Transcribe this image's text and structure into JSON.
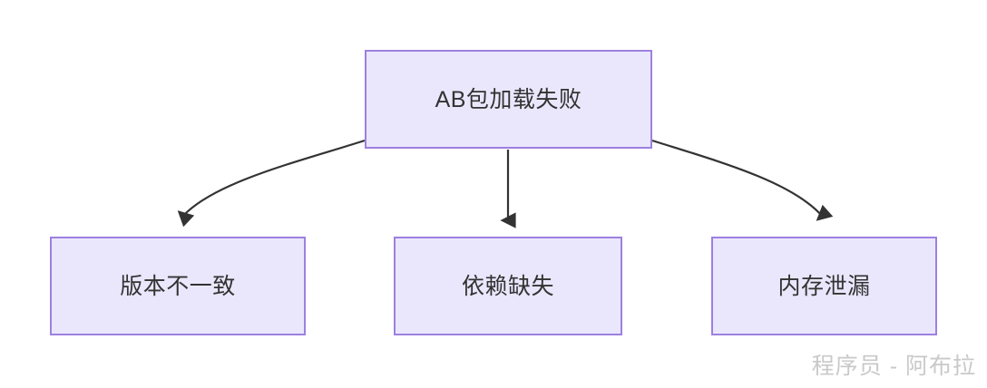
{
  "diagram": {
    "type": "flowchart",
    "direction": "top-down",
    "background_color": "#ffffff",
    "node_style": {
      "fill": "#eae7fc",
      "border": "#9d80e0",
      "text_color": "#333333"
    },
    "edge_style": {
      "line_color": "#333333",
      "arrowhead": "filled-triangle"
    },
    "root": {
      "id": "root",
      "label": "AB包加载失败"
    },
    "children": [
      {
        "id": "child-0",
        "label": "版本不一致"
      },
      {
        "id": "child-1",
        "label": "依赖缺失"
      },
      {
        "id": "child-2",
        "label": "内存泄漏"
      }
    ],
    "edges": [
      {
        "from": "root",
        "to": "child-0",
        "shape": "curve-left"
      },
      {
        "from": "root",
        "to": "child-1",
        "shape": "straight-down"
      },
      {
        "from": "root",
        "to": "child-2",
        "shape": "curve-right"
      }
    ]
  },
  "watermark": {
    "text": "程序员 - 阿布拉",
    "color": "#c9c9c9"
  }
}
